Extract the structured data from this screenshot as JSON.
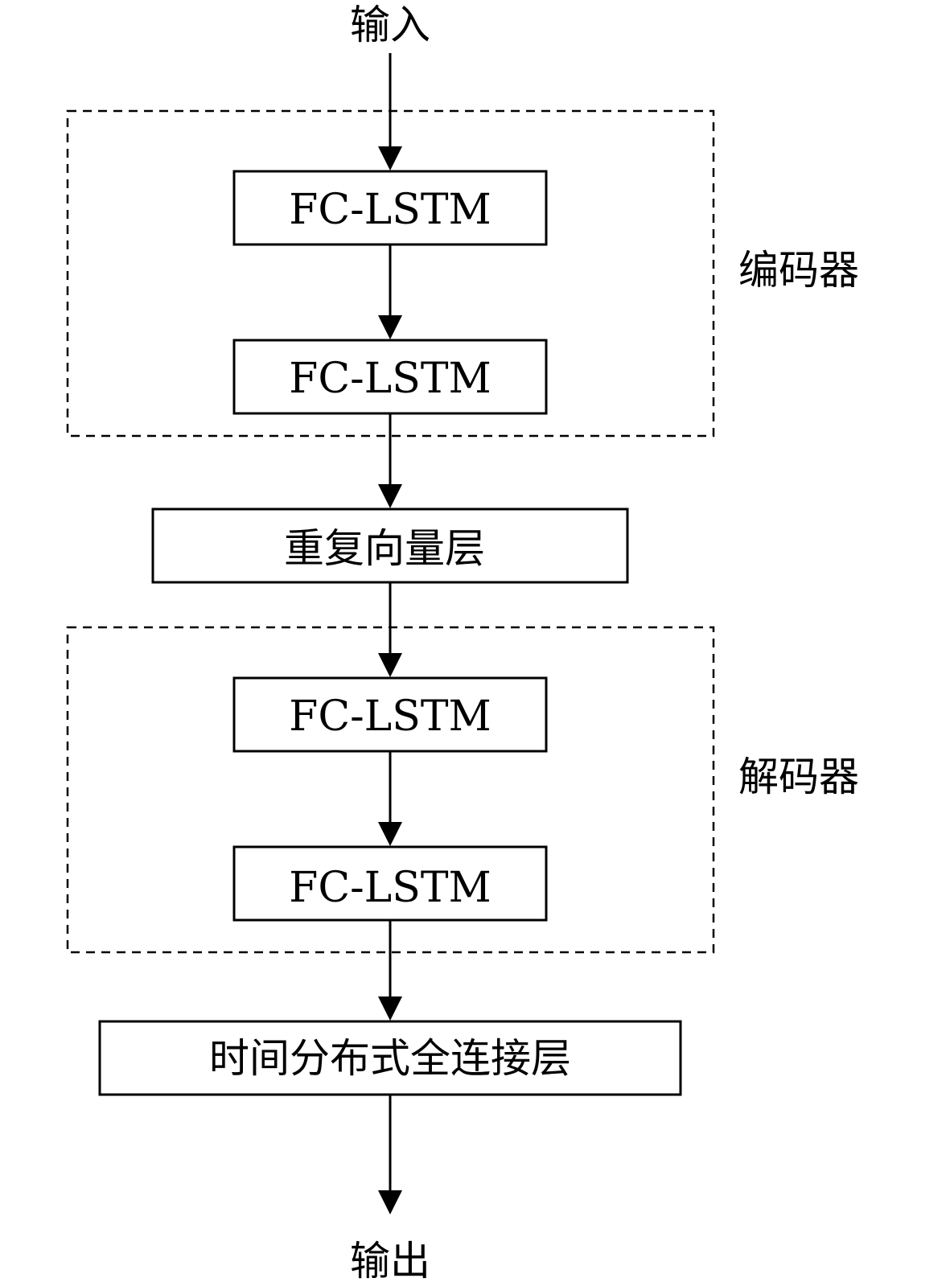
{
  "input_label": "输入",
  "output_label": "输出",
  "encoder": {
    "label": "编码器",
    "layers": [
      "FC-LSTM",
      "FC-LSTM"
    ]
  },
  "repeat_vector_label": "重复向量层",
  "decoder": {
    "label": "解码器",
    "layers": [
      "FC-LSTM",
      "FC-LSTM"
    ]
  },
  "dense_label": "时间分布式全连接层"
}
